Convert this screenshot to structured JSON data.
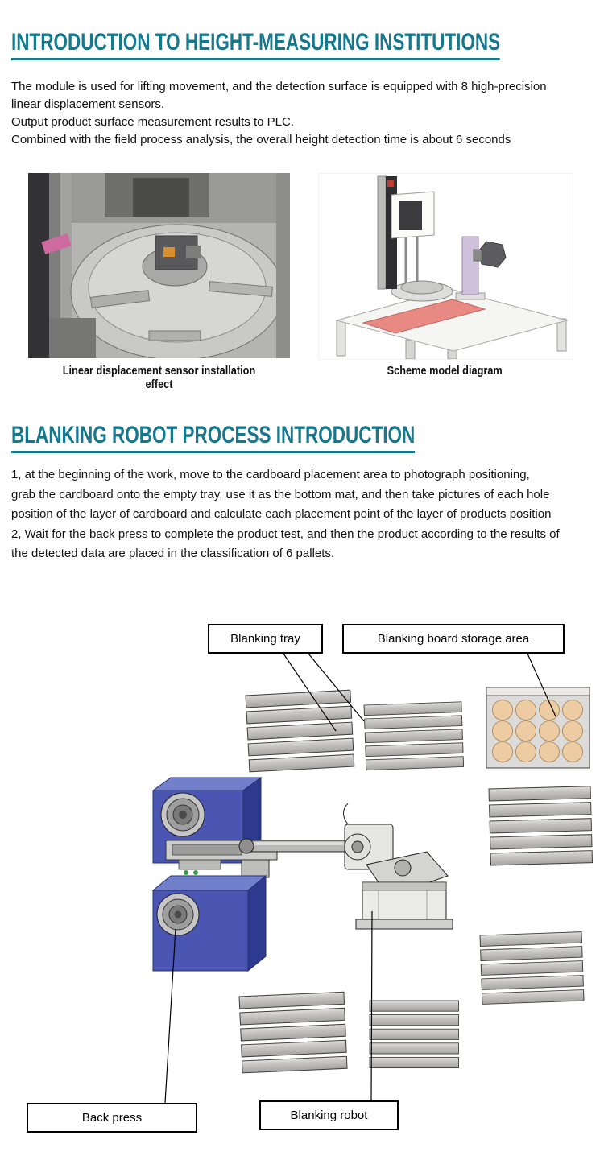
{
  "document": {
    "section1": {
      "title": "INTRODUCTION TO HEIGHT-MEASURING INSTITUTIONS",
      "body_lines": [
        "The module is used for lifting movement, and the detection surface is equipped with 8 high-precision",
        "linear displacement sensors.",
        "Output product surface measurement results to PLC.",
        "Combined with the field process analysis, the overall height detection time is about 6 seconds"
      ],
      "caption_left": "Linear displacement sensor installation effect",
      "caption_right": "Scheme model diagram"
    },
    "section2": {
      "title": "BLANKING ROBOT PROCESS INTRODUCTION",
      "body_lines": [
        "1, at the beginning of the work, move to the cardboard placement area to photograph positioning,",
        "grab the cardboard onto the empty tray, use it as the bottom mat, and then take pictures of each hole",
        "position of the layer of cardboard and calculate each placement point of the layer of products position",
        "2, Wait for the back press to complete the product test, and then the product according to the results of",
        "the detected data are placed in the classification of 6 pallets."
      ]
    },
    "diagram": {
      "label_blanking_tray": "Blanking tray",
      "label_storage_area": "Blanking board storage area",
      "label_back_press": "Back press",
      "label_blanking_robot": "Blanking robot"
    },
    "colors": {
      "heading_teal": "#16788c",
      "machine_blue": "#4a56b2",
      "machine_blue_dark": "#2e3a8e",
      "pallet_gray": "#c7c6c4",
      "cardboard_tan": "#edcba3"
    }
  }
}
